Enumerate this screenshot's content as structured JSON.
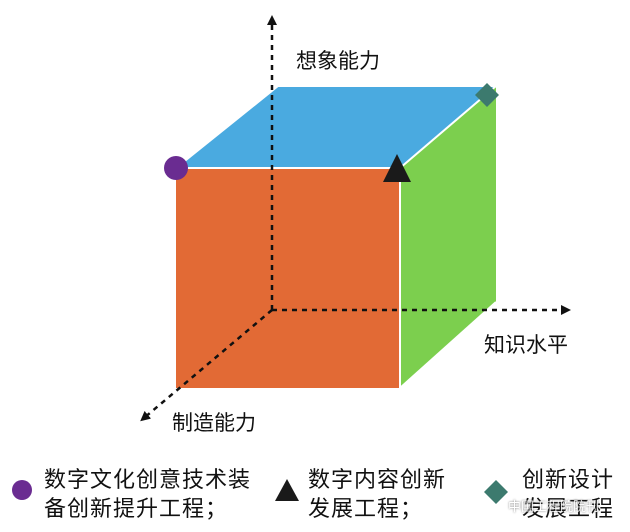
{
  "axes": {
    "vertical": "想象能力",
    "horizontal": "知识水平",
    "depth": "制造能力"
  },
  "legend": [
    {
      "marker": "circle",
      "color": "#6a2c91",
      "line1": "数字文化创意技术装",
      "line2": "备创新提升工程；"
    },
    {
      "marker": "triangle",
      "color": "#1a1a1a",
      "line1": "数字内容创新",
      "line2": "发展工程；"
    },
    {
      "marker": "diamond",
      "color": "#3c7a6e",
      "line1": "创新设计",
      "line2": "发展工程"
    }
  ],
  "colors": {
    "front_face": "#e26a35",
    "top_face": "#4aaae0",
    "side_face": "#7ccf4e",
    "axis": "#111111"
  },
  "watermark": "中国工程院院刊"
}
